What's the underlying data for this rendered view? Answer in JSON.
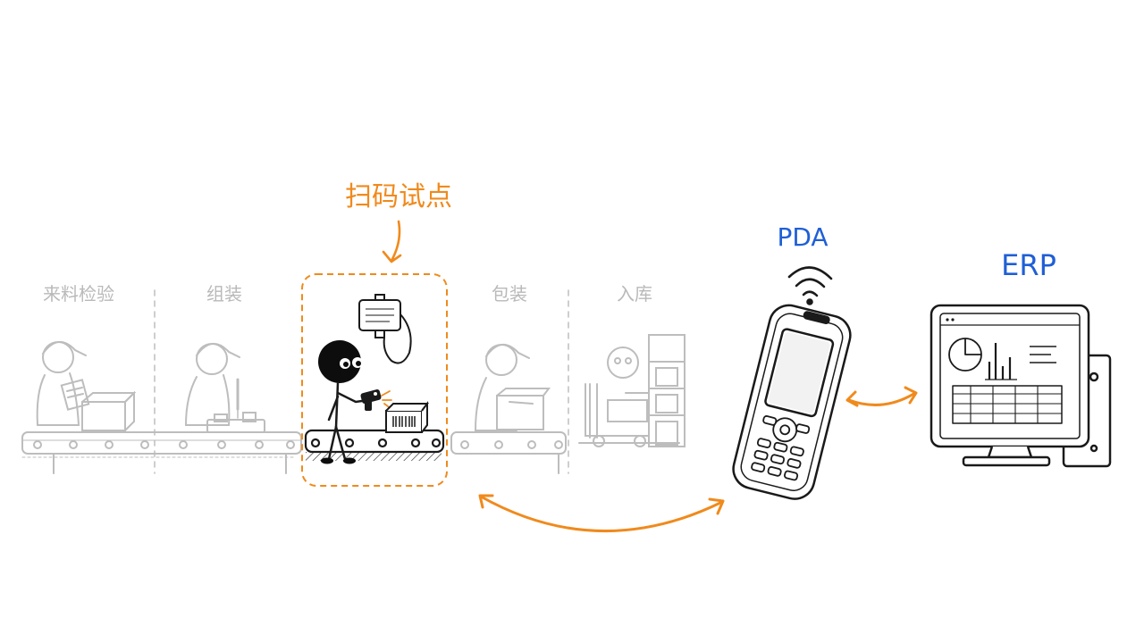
{
  "stages": [
    {
      "id": "incoming",
      "label": "来料检验",
      "active": false
    },
    {
      "id": "assembly",
      "label": "组装",
      "active": false
    },
    {
      "id": "scan",
      "label": "",
      "active": true
    },
    {
      "id": "packing",
      "label": "包装",
      "active": false
    },
    {
      "id": "warehouse",
      "label": "入库",
      "active": false
    }
  ],
  "callout": {
    "label": "扫码试点"
  },
  "devices": {
    "pda": {
      "label": "PDA"
    },
    "erp": {
      "label": "ERP"
    }
  },
  "colors": {
    "accent": "#f08a1c",
    "device_label": "#1f5fd6",
    "faded": "#b9b9b9",
    "ink": "#1a1a1a"
  }
}
